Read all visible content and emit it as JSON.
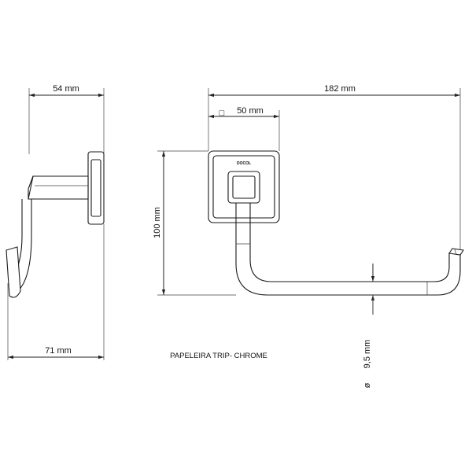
{
  "caption": "PAPELEIRA TRIP- CHROME",
  "brand": "DOCOL",
  "dimensions": {
    "side_depth": "54 mm",
    "side_total": "71 mm",
    "front_length": "182 mm",
    "base_size": "50 mm",
    "height": "100 mm",
    "diameter": "9,5 mm",
    "diameter_symbol": "ø",
    "square_symbol": "□"
  },
  "colors": {
    "line": "#222222",
    "background": "#ffffff"
  }
}
